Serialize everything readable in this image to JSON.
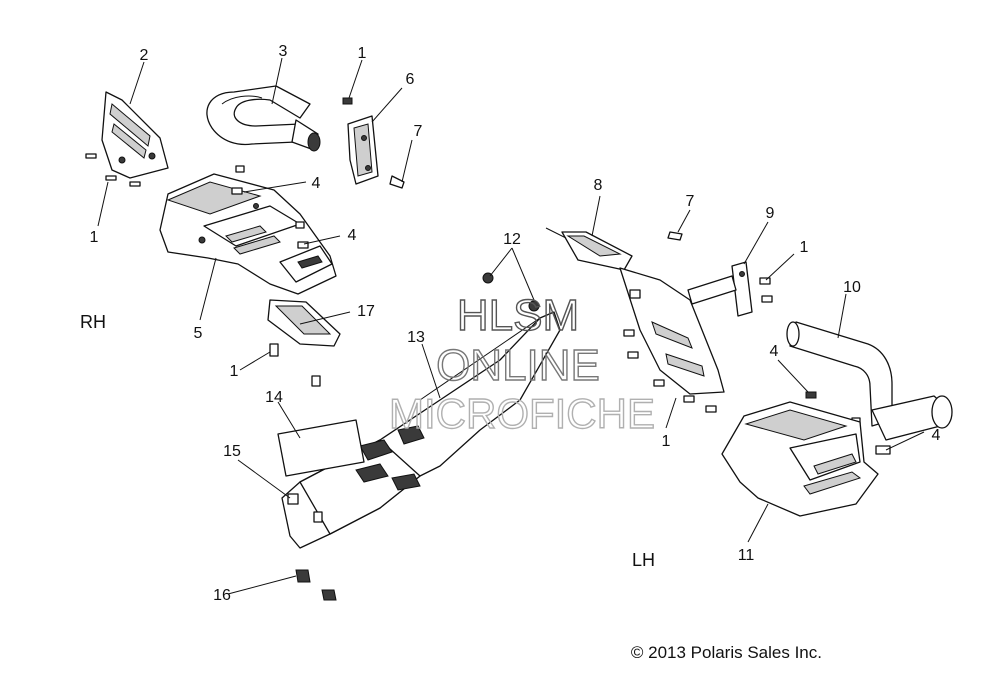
{
  "side_labels": {
    "rh": "RH",
    "lh": "LH"
  },
  "callouts": {
    "c1_top": "1",
    "c2": "2",
    "c3": "3",
    "c6": "6",
    "c7_top": "7",
    "c1_left": "1",
    "c4_a": "4",
    "c4_b": "4",
    "c5": "5",
    "c17": "17",
    "c1_mid": "1",
    "c13": "13",
    "c14": "14",
    "c15": "15",
    "c16": "16",
    "c12": "12",
    "c8": "8",
    "c7_right": "7",
    "c9": "9",
    "c1_right": "1",
    "c10": "10",
    "c4_c": "4",
    "c1_lower": "1",
    "c4_d": "4",
    "c11": "11"
  },
  "watermark": {
    "line1": "HLSM",
    "line2": "ONLINE",
    "line3": "MICROFICHE"
  },
  "copyright": "© 2013 Polaris Sales Inc.",
  "colors": {
    "ink": "#111111",
    "watermark_stroke": "#555555",
    "shading": "#cfcfcf"
  }
}
